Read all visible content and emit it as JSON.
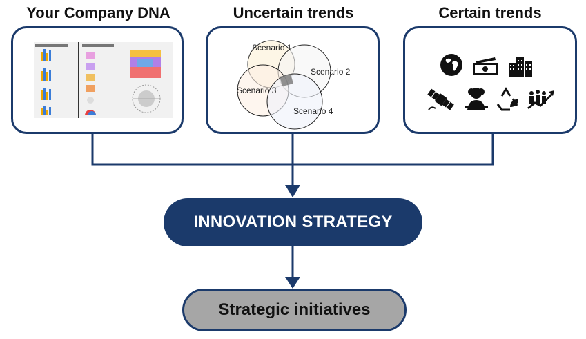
{
  "headings": {
    "dna": "Your Company DNA",
    "uncertain": "Uncertain trends",
    "certain": "Certain trends"
  },
  "scenarios": [
    "Scenario 1",
    "Scenario 2",
    "Scenario 3",
    "Scenario 4"
  ],
  "strategy_label": "INNOVATION STRATEGY",
  "initiatives_label": "Strategic initiatives",
  "colors": {
    "navy": "#1b3a6b",
    "grey_pill": "#a6a6a6",
    "white": "#ffffff"
  },
  "certain_trend_icons": [
    "globe-icon",
    "money-icon",
    "city-buildings-icon",
    "satellite-icon",
    "population-icon",
    "recycle-leaf-icon",
    "growth-people-icon"
  ]
}
